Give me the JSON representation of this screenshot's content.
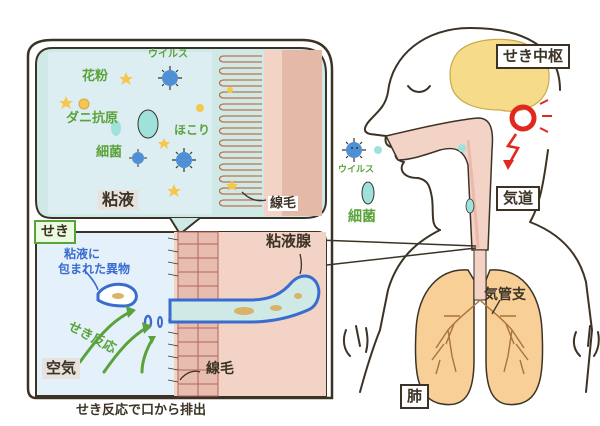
{
  "labels": {
    "cough_center": "せき中枢",
    "airway": "気道",
    "bronchi": "気管支",
    "lung": "肺",
    "cough": "せき",
    "mucus": "粘液",
    "cilia_top": "線毛",
    "cilia_bottom": "線毛",
    "mucus_gland": "粘液腺",
    "air": "空気",
    "pollen": "花粉",
    "virus_top": "ウイルス",
    "dust_mite": "ダニ抗原",
    "dust": "ほこり",
    "bacteria_top": "細菌",
    "virus_side": "ウイルス",
    "bacteria_side": "細菌",
    "wrapped_foreign_line1": "粘液に",
    "wrapped_foreign_line2": "包まれた異物",
    "cough_reflex": "せき反応",
    "bottom_caption": "せき反応で口から排出"
  },
  "icons": [
    "virus-icon",
    "bacteria-icon",
    "pollen-icon",
    "star-icon",
    "brain-icon",
    "cough-center-ring-icon"
  ],
  "colors": {
    "outline": "#3c3326",
    "mucus_blue": "#cfe9e6",
    "air_blue": "#e5f1fa",
    "tissue_pink": "#f3d3c5",
    "brain_yellow": "#f6dc8a",
    "alert_red": "#e0281e",
    "arrow_green": "#5aa23a",
    "virus_blue": "#4e8fd6",
    "bacteria_teal": "#9fe2dc",
    "gland_blue": "#3a6ccf",
    "lung_orange": "#f7cf97"
  }
}
